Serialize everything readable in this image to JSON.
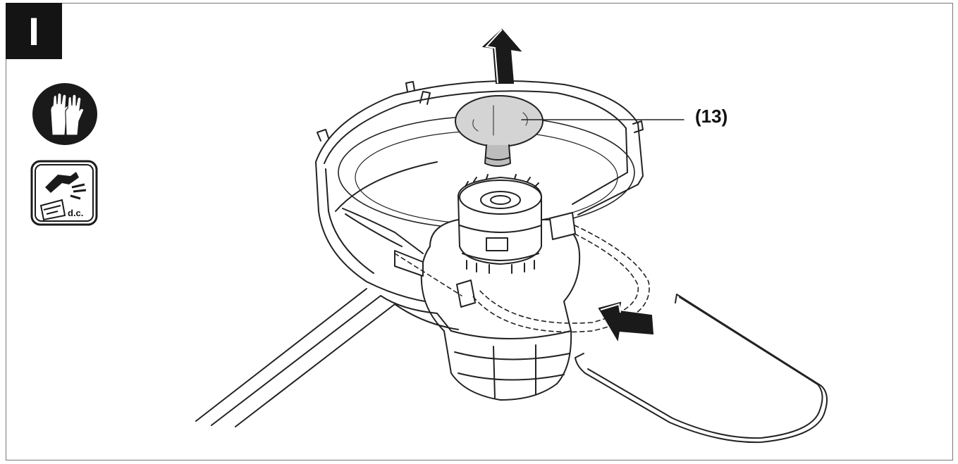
{
  "step": {
    "label": "I"
  },
  "icons": {
    "gloves": "protective-gloves-icon",
    "manual": "read-manual-icon",
    "manual_text": "d.c."
  },
  "callouts": [
    {
      "label": "(13)"
    }
  ]
}
